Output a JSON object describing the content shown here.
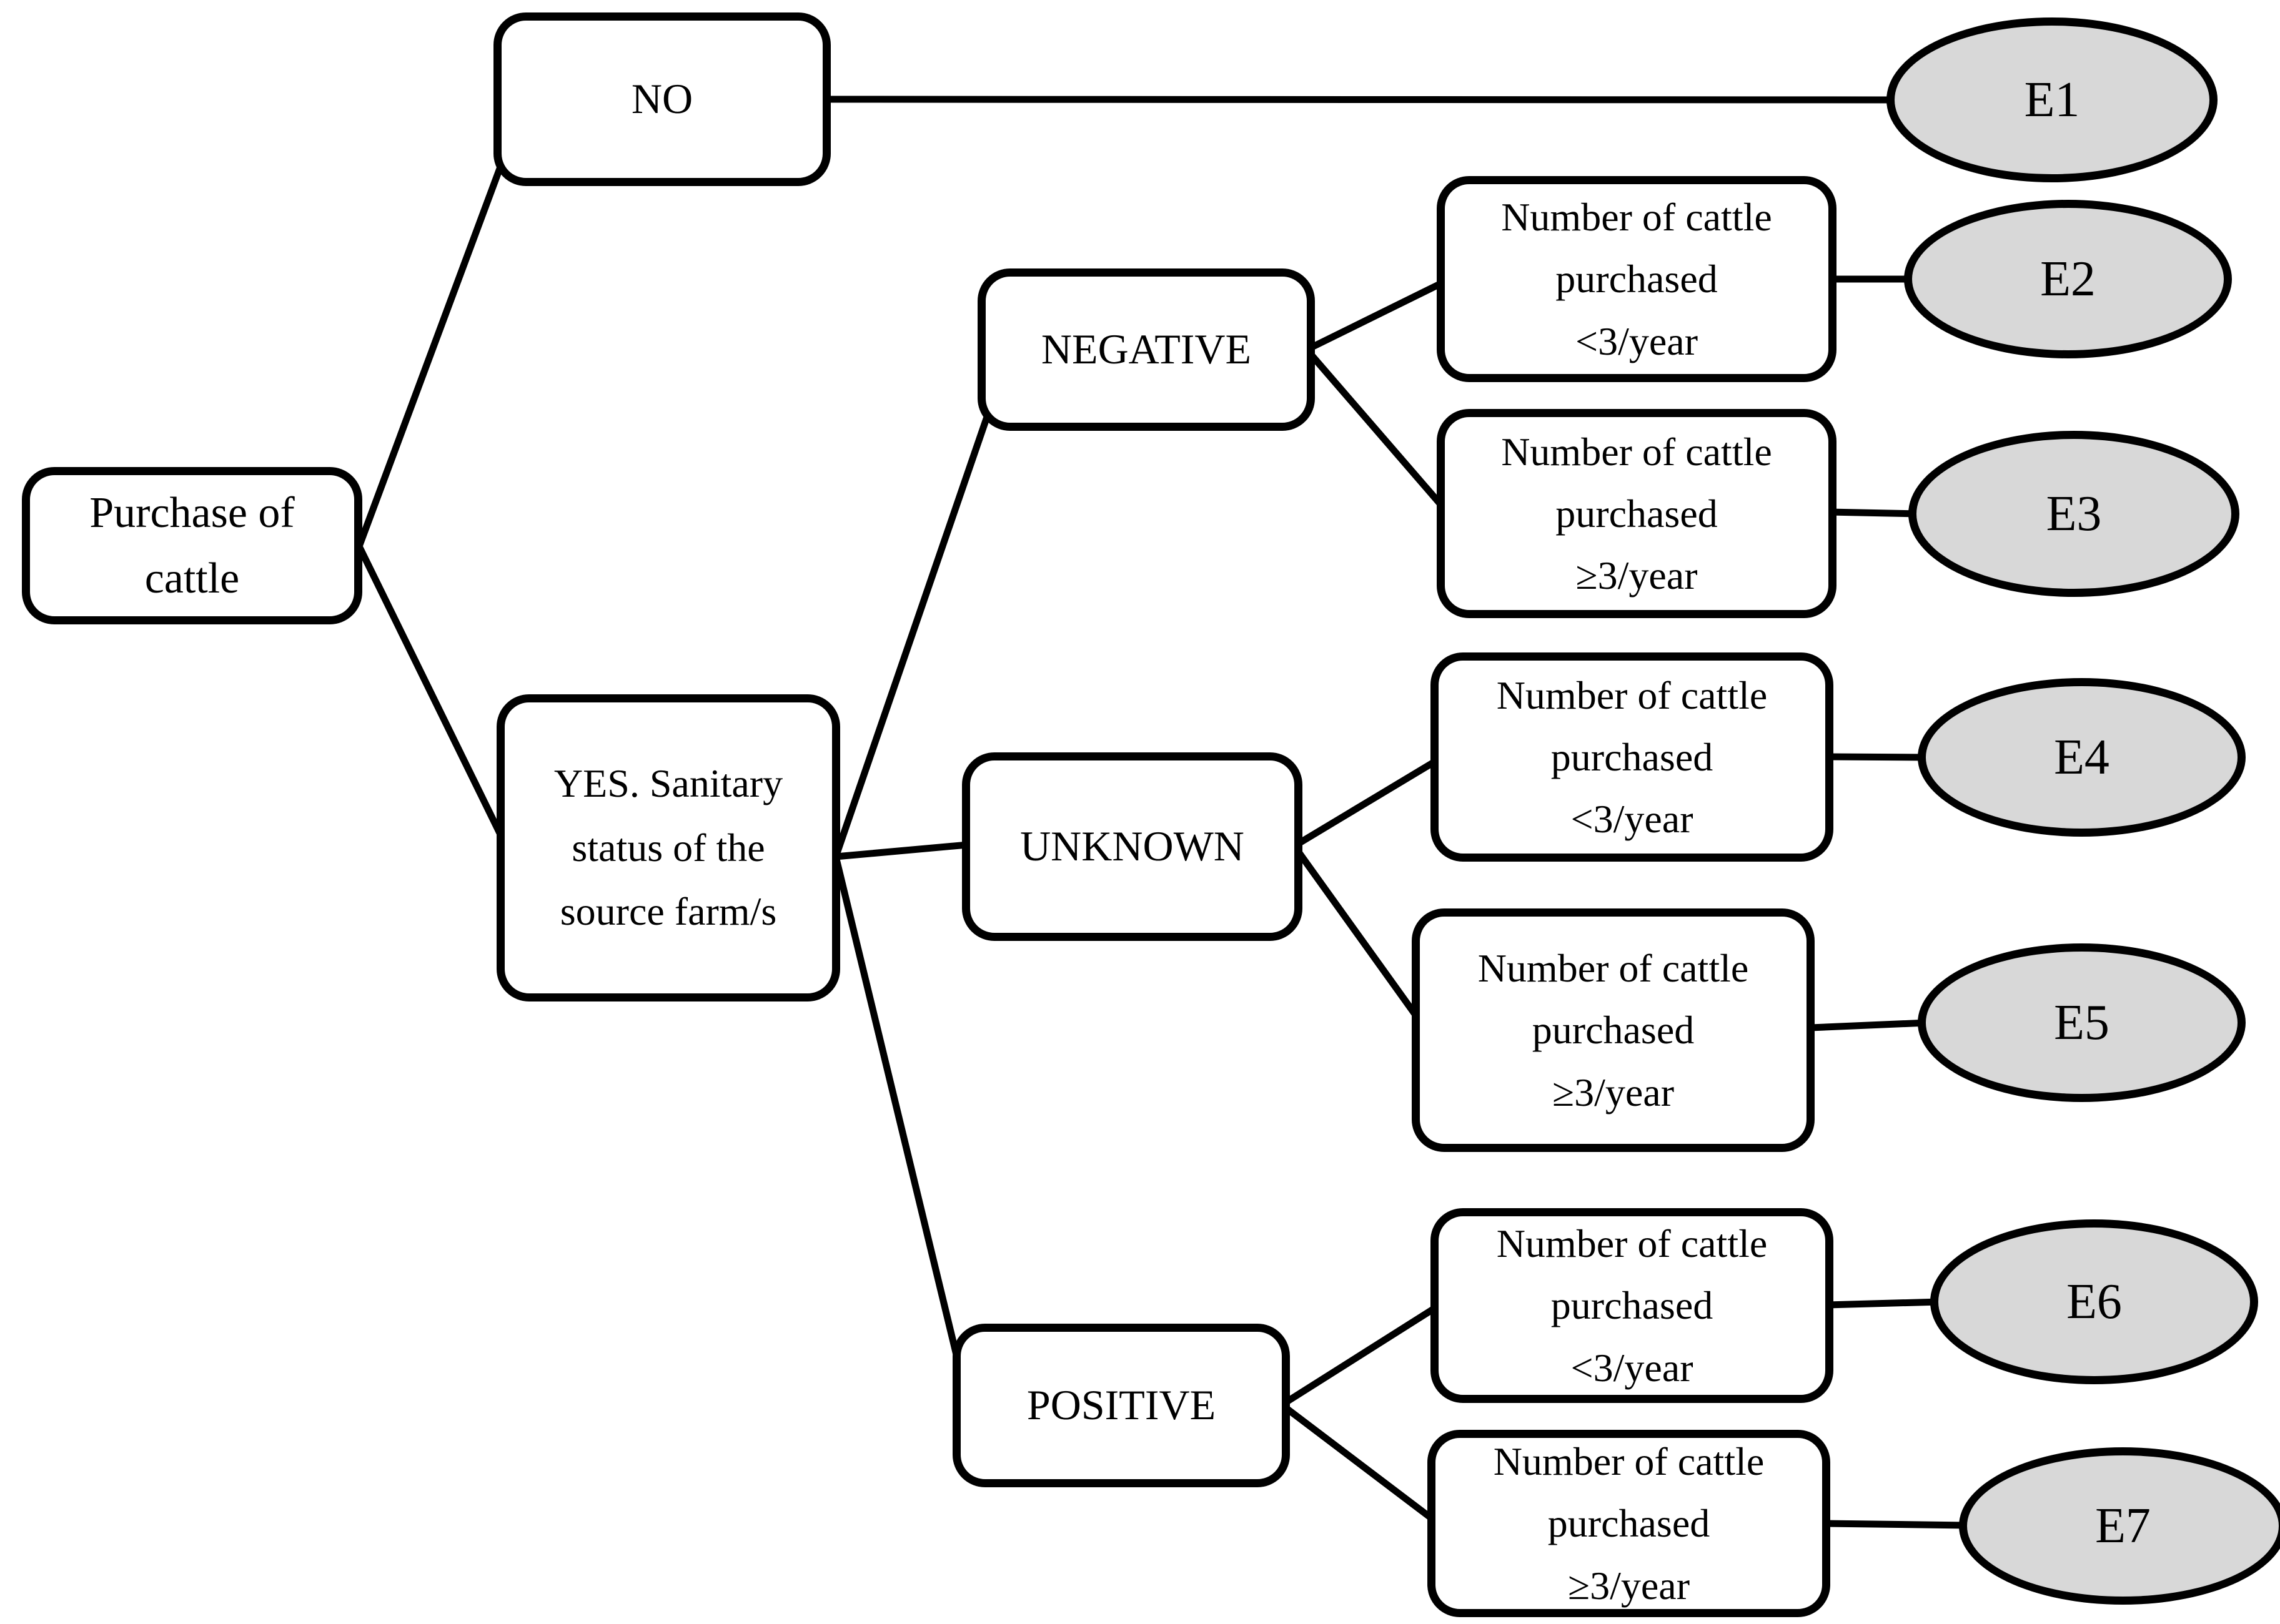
{
  "diagram": {
    "title_hint": "cattle purchase decision tree",
    "background_color": "#ffffff",
    "decision_node_fill": "#ffffff",
    "terminal_node_fill": "#d8d8d8",
    "stroke_color": "#000000"
  },
  "nodes": {
    "root": {
      "label": "Purchase of\ncattle"
    },
    "no": {
      "label": "NO"
    },
    "yes": {
      "label": "YES. Sanitary\nstatus of the\nsource farm/s"
    },
    "negative": {
      "label": "NEGATIVE"
    },
    "unknown": {
      "label": "UNKNOWN"
    },
    "positive": {
      "label": "POSITIVE"
    },
    "neg_lt3": {
      "label": "Number of cattle\npurchased\n<3/year"
    },
    "neg_ge3": {
      "label": "Number of cattle\npurchased\n≥3/year"
    },
    "unk_lt3": {
      "label": "Number of cattle\npurchased\n<3/year"
    },
    "unk_ge3": {
      "label": "Number of cattle\npurchased\n≥3/year"
    },
    "pos_lt3": {
      "label": "Number of cattle\npurchased\n<3/year"
    },
    "pos_ge3": {
      "label": "Number of cattle\npurchased\n≥3/year"
    }
  },
  "terminals": {
    "e1": {
      "label": "E1"
    },
    "e2": {
      "label": "E2"
    },
    "e3": {
      "label": "E3"
    },
    "e4": {
      "label": "E4"
    },
    "e5": {
      "label": "E5"
    },
    "e6": {
      "label": "E6"
    },
    "e7": {
      "label": "E7"
    }
  },
  "edges": [
    {
      "from": "root",
      "to": "no"
    },
    {
      "from": "root",
      "to": "yes"
    },
    {
      "from": "yes",
      "to": "negative"
    },
    {
      "from": "yes",
      "to": "unknown"
    },
    {
      "from": "yes",
      "to": "positive"
    },
    {
      "from": "negative",
      "to": "neg_lt3"
    },
    {
      "from": "negative",
      "to": "neg_ge3"
    },
    {
      "from": "unknown",
      "to": "unk_lt3"
    },
    {
      "from": "unknown",
      "to": "unk_ge3"
    },
    {
      "from": "positive",
      "to": "pos_lt3"
    },
    {
      "from": "positive",
      "to": "pos_ge3"
    },
    {
      "from": "no",
      "to": "e1"
    },
    {
      "from": "neg_lt3",
      "to": "e2"
    },
    {
      "from": "neg_ge3",
      "to": "e3"
    },
    {
      "from": "unk_lt3",
      "to": "e4"
    },
    {
      "from": "unk_ge3",
      "to": "e5"
    },
    {
      "from": "pos_lt3",
      "to": "e6"
    },
    {
      "from": "pos_ge3",
      "to": "e7"
    }
  ]
}
